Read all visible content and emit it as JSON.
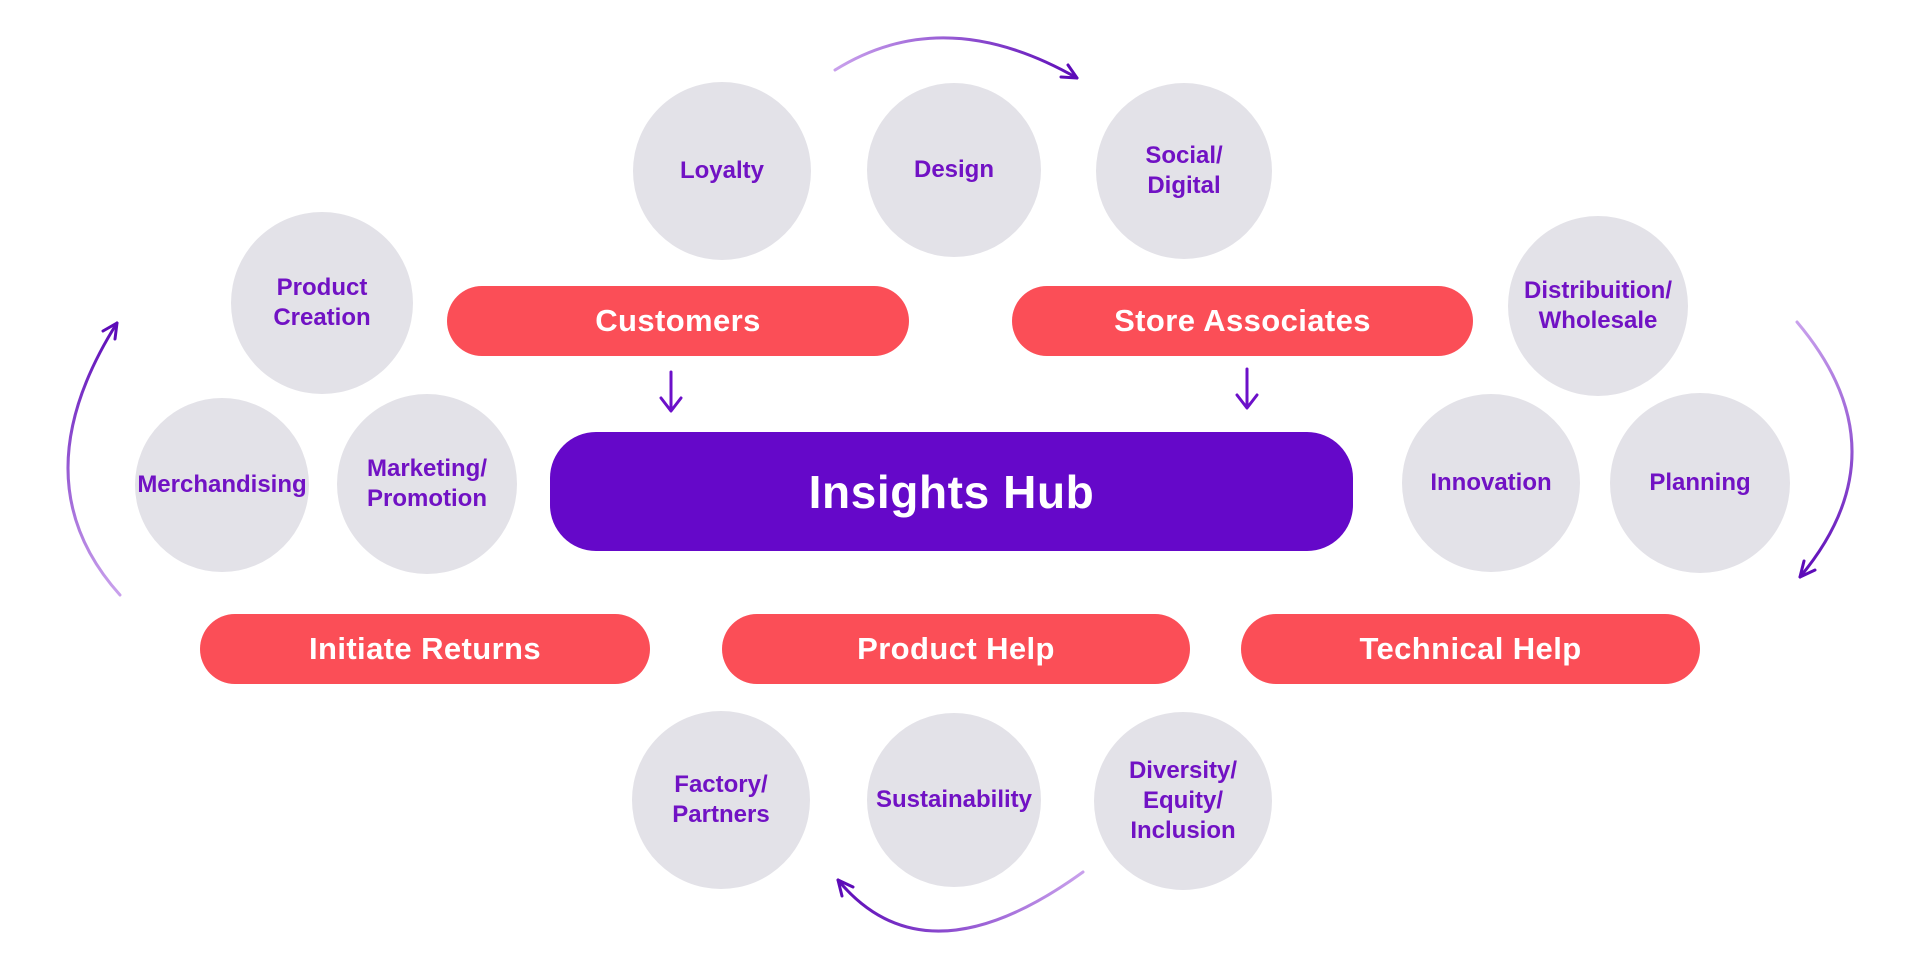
{
  "hub": {
    "label": "Insights Hub"
  },
  "channels": [
    {
      "label": "Customers"
    },
    {
      "label": "Store Associates"
    },
    {
      "label": "Initiate Returns"
    },
    {
      "label": "Product Help"
    },
    {
      "label": "Technical Help"
    }
  ],
  "nodes": [
    {
      "label": "Loyalty"
    },
    {
      "label": "Design"
    },
    {
      "label": "Social/\nDigital"
    },
    {
      "label": "Product\nCreation"
    },
    {
      "label": "Distribuition/\nWholesale"
    },
    {
      "label": "Merchandising"
    },
    {
      "label": "Marketing/\nPromotion"
    },
    {
      "label": "Innovation"
    },
    {
      "label": "Planning"
    },
    {
      "label": "Factory/\nPartners"
    },
    {
      "label": "Sustainability"
    },
    {
      "label": "Diversity/\nEquity/\nInclusion"
    }
  ],
  "colors": {
    "background": "#ffffff",
    "node_circle_fill": "#e3e2e8",
    "node_text": "#7112c4",
    "channel_pill_fill": "#fb4e57",
    "channel_text": "#ffffff",
    "hub_fill": "#6508c9",
    "hub_text": "#ffffff",
    "arrow_light": "#c9a1ec",
    "arrow_dark": "#5d0bb8",
    "straight_arrow": "#6c10c9"
  }
}
